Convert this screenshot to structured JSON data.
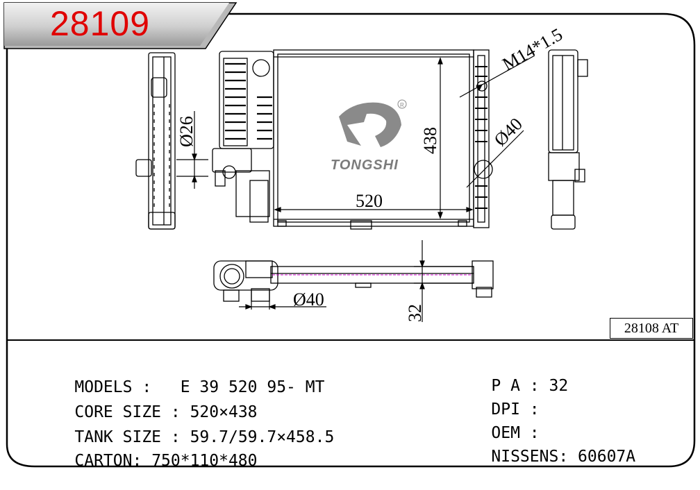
{
  "header": {
    "part_number": "28109",
    "reference": "28108 AT"
  },
  "drawing": {
    "brand_name": "TONGSHI",
    "registered_mark": "R",
    "dim_height": "438",
    "dim_width": "520",
    "dim_thread": "M14*1.5",
    "dim_outlet_right": "Ø40",
    "dim_side_inlet": "Ø26",
    "dim_bottom_pipe": "Ø40",
    "dim_thickness": "32"
  },
  "specs": {
    "models_label": "MODELS :",
    "models_value": "E 39 520 95- MT",
    "core_label": "CORE SIZE :",
    "core_value": "520×438",
    "tank_label": "TANK SIZE :",
    "tank_value": "59.7/59.7×458.5",
    "carton_label": "CARTON:",
    "carton_value": "750*110*480",
    "pa_label": "P A :",
    "pa_value": "32",
    "dpi_label": "DPI :",
    "dpi_value": "",
    "oem_label": "OEM :",
    "oem_value": "",
    "nissens_label": "NISSENS:",
    "nissens_value": "60607A"
  }
}
